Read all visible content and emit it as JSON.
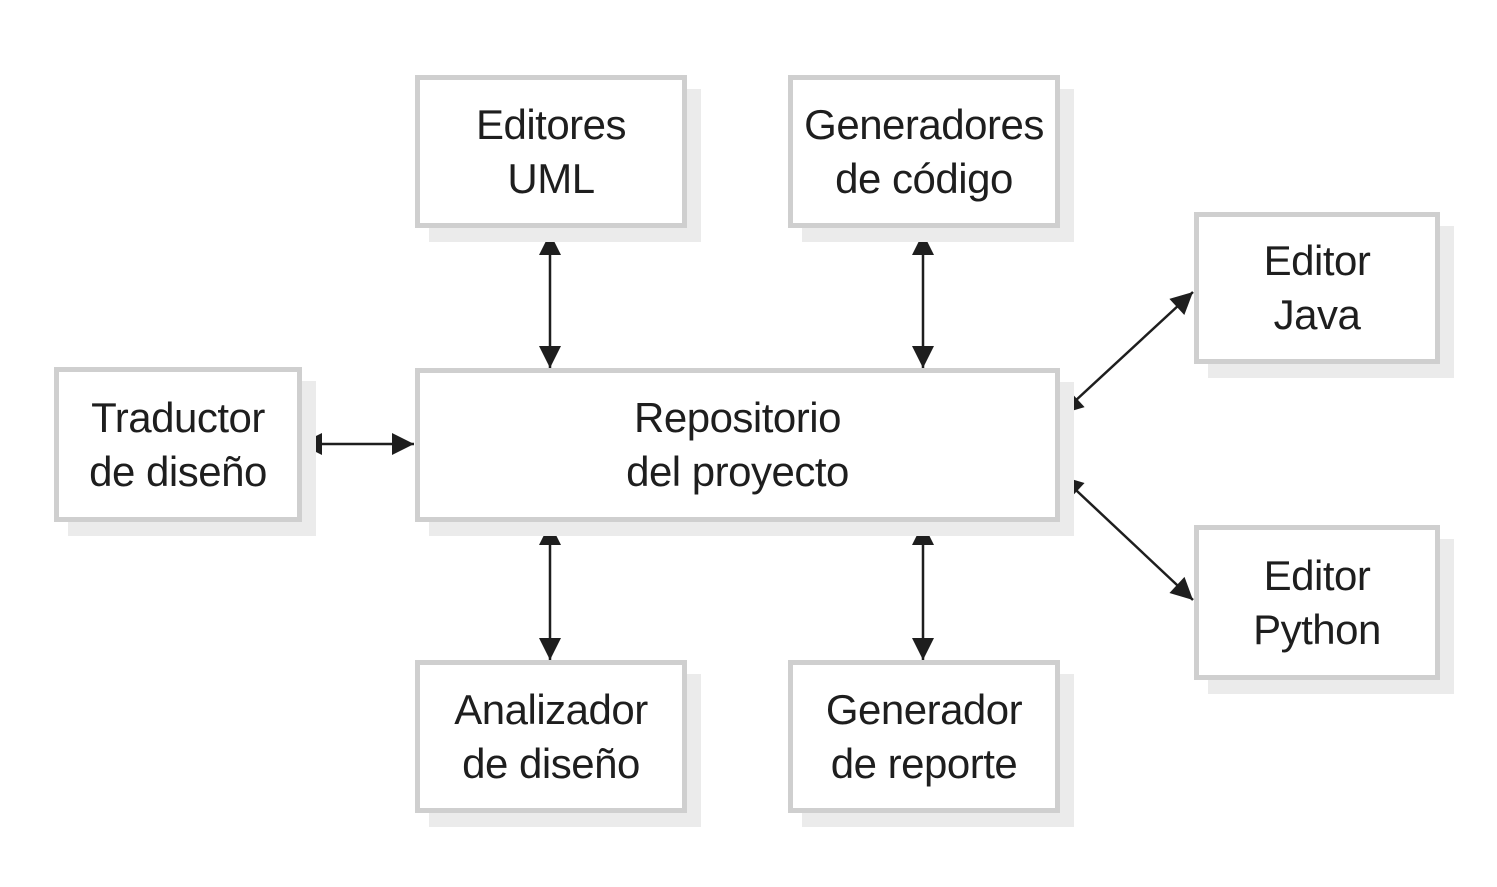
{
  "nodes": {
    "editores_uml": {
      "line1": "Editores",
      "line2": "UML"
    },
    "generadores_codigo": {
      "line1": "Generadores",
      "line2": "de código"
    },
    "editor_java": {
      "line1": "Editor",
      "line2": "Java"
    },
    "traductor_diseno": {
      "line1": "Traductor",
      "line2": "de diseño"
    },
    "repositorio": {
      "line1": "Repositorio",
      "line2": "del proyecto"
    },
    "editor_python": {
      "line1": "Editor",
      "line2": "Python"
    },
    "analizador_diseno": {
      "line1": "Analizador",
      "line2": "de diseño"
    },
    "generador_reporte": {
      "line1": "Generador",
      "line2": "de reporte"
    }
  },
  "colors": {
    "box_border": "#cfcfcf",
    "box_shadow": "#ebebeb",
    "arrow": "#1e1e1e",
    "text": "#1e1e1e"
  }
}
